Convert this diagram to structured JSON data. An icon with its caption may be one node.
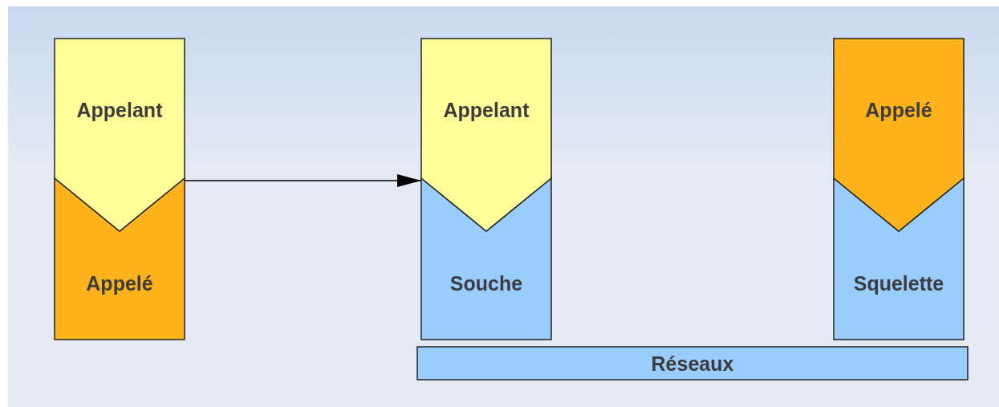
{
  "diagram": {
    "nodes": [
      {
        "text": [
          "Appelant"
        ]
      },
      {
        "text": [
          "Appelé"
        ]
      },
      {
        "text": [
          "Appelant"
        ]
      },
      {
        "text": [
          "Souche"
        ]
      },
      {
        "text": [
          "Appelé"
        ]
      },
      {
        "text": [
          "Squelette"
        ]
      },
      {
        "text": [
          "Réseaux"
        ]
      }
    ],
    "edges": [
      {
        "from": 0,
        "to": 2,
        "arrow": "to"
      }
    ]
  }
}
